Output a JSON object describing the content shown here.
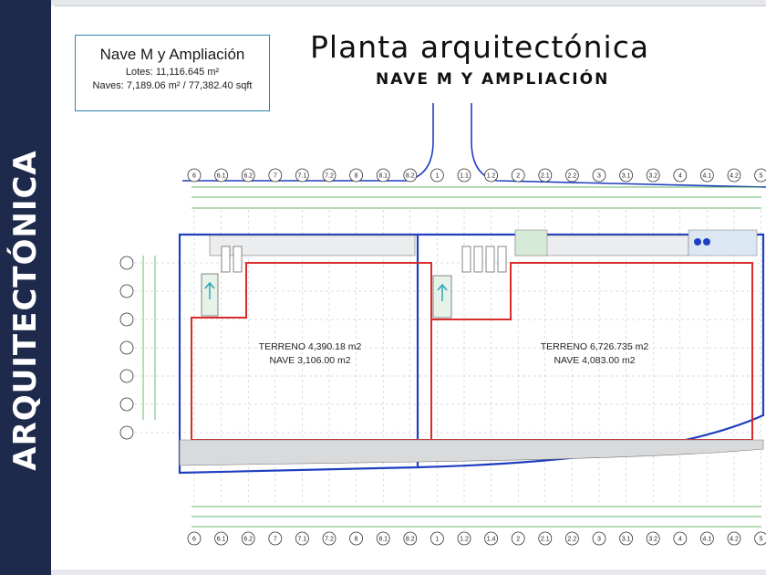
{
  "sidebar": {
    "title": "ARQUITECTÓNICA"
  },
  "header": {
    "title": "Planta arquitectónica",
    "subtitle": "NAVE M Y AMPLIACIÓN"
  },
  "info_box": {
    "title": "Nave M y Ampliación",
    "lots": "Lotes: 11,116.645 m²",
    "naves": "Naves: 7,189.06 m² / 77,382.40 sqft"
  },
  "plan": {
    "left_block": {
      "terreno": "TERRENO 4,390.18 m2",
      "nave": "NAVE 3,106.00 m2"
    },
    "right_block": {
      "terreno": "TERRENO 6,726.735 m2",
      "nave": "NAVE 4,083.00 m2"
    },
    "column_axes": [
      "6",
      "6.1",
      "6.2",
      "7",
      "7.1",
      "7.2",
      "8",
      "8.1",
      "8.2",
      "1",
      "1.1",
      "1.2",
      "2",
      "2.1",
      "2.2",
      "3",
      "3.1",
      "3.2",
      "4",
      "4.1",
      "4.2",
      "5"
    ],
    "bottom_axes": [
      "6",
      "6.1",
      "6.2",
      "7",
      "7.1",
      "7.2",
      "8",
      "8.1",
      "8.2",
      "1",
      "1.2",
      "1.4",
      "2",
      "2.1",
      "2.2",
      "3",
      "3.1",
      "3.2",
      "4",
      "4.1",
      "4.2",
      "5"
    ],
    "row_axes": [
      "",
      "",
      "",
      "",
      "",
      "",
      ""
    ],
    "colors": {
      "line_red": "#d92b2b",
      "line_blue": "#1f3fbf",
      "dim_green": "#2f9e3a",
      "grid": "#b9bdc4"
    }
  }
}
